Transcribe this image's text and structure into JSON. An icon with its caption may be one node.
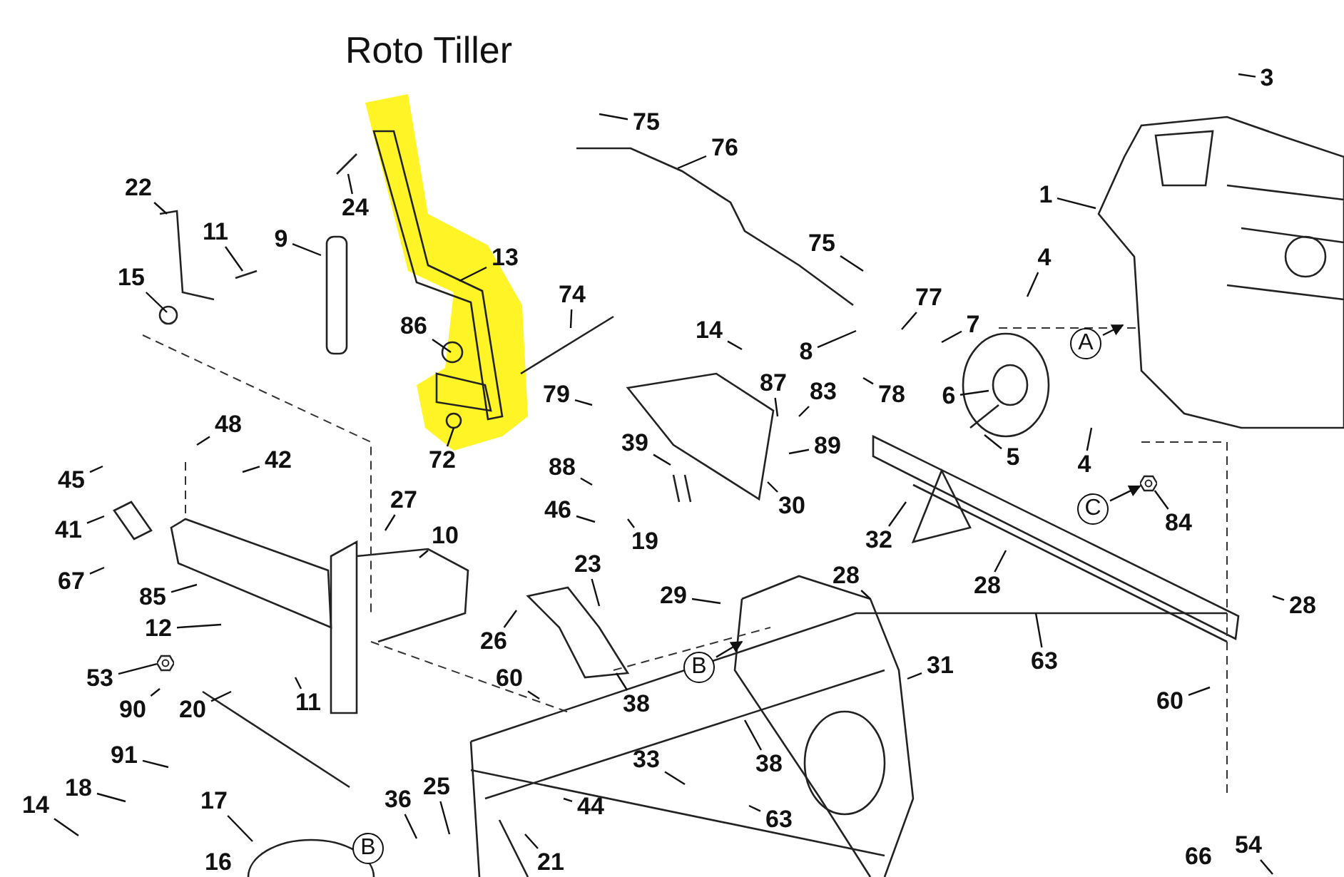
{
  "diagram": {
    "title": "Roto Tiller",
    "nodes": [
      {
        "text": [
          "3"
        ]
      },
      {
        "text": [
          "75"
        ]
      },
      {
        "text": [
          "76"
        ]
      },
      {
        "text": [
          "1"
        ]
      },
      {
        "text": [
          "22"
        ]
      },
      {
        "text": [
          "24"
        ]
      },
      {
        "text": [
          "11"
        ]
      },
      {
        "text": [
          "9"
        ]
      },
      {
        "text": [
          "13"
        ]
      },
      {
        "text": [
          "75"
        ]
      },
      {
        "text": [
          "4"
        ]
      },
      {
        "text": [
          "77"
        ]
      },
      {
        "text": [
          "7"
        ]
      },
      {
        "text": [
          "15"
        ]
      },
      {
        "text": [
          "74"
        ]
      },
      {
        "text": [
          "86"
        ]
      },
      {
        "text": [
          "14"
        ]
      },
      {
        "text": [
          "8"
        ]
      },
      {
        "text": [
          "A"
        ]
      },
      {
        "text": [
          "6"
        ]
      },
      {
        "text": [
          "78"
        ]
      },
      {
        "text": [
          "87"
        ]
      },
      {
        "text": [
          "83"
        ]
      },
      {
        "text": [
          "79"
        ]
      },
      {
        "text": [
          "89"
        ]
      },
      {
        "text": [
          "5"
        ]
      },
      {
        "text": [
          "4"
        ]
      },
      {
        "text": [
          "39"
        ]
      },
      {
        "text": [
          "48"
        ]
      },
      {
        "text": [
          "72"
        ]
      },
      {
        "text": [
          "42"
        ]
      },
      {
        "text": [
          "45"
        ]
      },
      {
        "text": [
          "88"
        ]
      },
      {
        "text": [
          "30"
        ]
      },
      {
        "text": [
          "C"
        ]
      },
      {
        "text": [
          "84"
        ]
      },
      {
        "text": [
          "41"
        ]
      },
      {
        "text": [
          "46"
        ]
      },
      {
        "text": [
          "19"
        ]
      },
      {
        "text": [
          "27"
        ]
      },
      {
        "text": [
          "10"
        ]
      },
      {
        "text": [
          "32"
        ]
      },
      {
        "text": [
          "67"
        ]
      },
      {
        "text": [
          "85"
        ]
      },
      {
        "text": [
          "23"
        ]
      },
      {
        "text": [
          "28"
        ]
      },
      {
        "text": [
          "28"
        ]
      },
      {
        "text": [
          "28"
        ]
      },
      {
        "text": [
          "29"
        ]
      },
      {
        "text": [
          "12"
        ]
      },
      {
        "text": [
          "26"
        ]
      },
      {
        "text": [
          "63"
        ]
      },
      {
        "text": [
          "B"
        ]
      },
      {
        "text": [
          "31"
        ]
      },
      {
        "text": [
          "53"
        ]
      },
      {
        "text": [
          "60"
        ]
      },
      {
        "text": [
          "38"
        ]
      },
      {
        "text": [
          "90"
        ]
      },
      {
        "text": [
          "20"
        ]
      },
      {
        "text": [
          "11"
        ]
      },
      {
        "text": [
          "60"
        ]
      },
      {
        "text": [
          "38"
        ]
      },
      {
        "text": [
          "33"
        ]
      },
      {
        "text": [
          "91"
        ]
      },
      {
        "text": [
          "18"
        ]
      },
      {
        "text": [
          "63"
        ]
      },
      {
        "text": [
          "44"
        ]
      },
      {
        "text": [
          "25"
        ]
      },
      {
        "text": [
          "36"
        ]
      },
      {
        "text": [
          "17"
        ]
      },
      {
        "text": [
          "14"
        ]
      },
      {
        "text": [
          "21"
        ]
      },
      {
        "text": [
          "54"
        ]
      },
      {
        "text": [
          "B"
        ]
      },
      {
        "text": [],
        "shape": "picture"
      },
      {
        "text": [],
        "shape": "picture"
      }
    ],
    "edges": [
      {
        "from": 0,
        "to": null,
        "arrow": "none"
      },
      {
        "from": 1,
        "to": null,
        "arrow": "none"
      },
      {
        "from": 2,
        "to": null,
        "arrow": "none"
      },
      {
        "from": 3,
        "to": null,
        "arrow": "none"
      },
      {
        "from": 4,
        "to": null,
        "arrow": "none"
      },
      {
        "from": 5,
        "to": null,
        "arrow": "none"
      },
      {
        "from": 6,
        "to": null,
        "arrow": "none"
      },
      {
        "from": 7,
        "to": null,
        "arrow": "none"
      },
      {
        "from": 8,
        "to": null,
        "arrow": "none"
      },
      {
        "from": 9,
        "to": null,
        "arrow": "none"
      },
      {
        "from": 10,
        "to": null,
        "arrow": "none"
      },
      {
        "from": 11,
        "to": null,
        "arrow": "none"
      },
      {
        "from": 12,
        "to": null,
        "arrow": "none"
      },
      {
        "from": 13,
        "to": null,
        "arrow": "none"
      },
      {
        "from": 14,
        "to": null,
        "arrow": "none"
      },
      {
        "from": 15,
        "to": null,
        "arrow": "none"
      },
      {
        "from": 16,
        "to": null,
        "arrow": "none"
      },
      {
        "from": 17,
        "to": null,
        "arrow": "none"
      },
      {
        "from": 18,
        "to": null,
        "arrow": "to"
      },
      {
        "from": 19,
        "to": null,
        "arrow": "none"
      },
      {
        "from": 20,
        "to": null,
        "arrow": "none"
      },
      {
        "from": 21,
        "to": null,
        "arrow": "none"
      },
      {
        "from": 22,
        "to": null,
        "arrow": "none"
      },
      {
        "from": 23,
        "to": null,
        "arrow": "none"
      },
      {
        "from": 24,
        "to": null,
        "arrow": "none"
      },
      {
        "from": 25,
        "to": null,
        "arrow": "none"
      },
      {
        "from": 26,
        "to": null,
        "arrow": "none"
      },
      {
        "from": 27,
        "to": null,
        "arrow": "none"
      },
      {
        "from": 28,
        "to": null,
        "arrow": "none"
      },
      {
        "from": 29,
        "to": null,
        "arrow": "none"
      },
      {
        "from": 30,
        "to": null,
        "arrow": "none"
      },
      {
        "from": 31,
        "to": null,
        "arrow": "none"
      },
      {
        "from": 32,
        "to": null,
        "arrow": "none"
      },
      {
        "from": 33,
        "to": null,
        "arrow": "none"
      },
      {
        "from": 34,
        "to": 74,
        "arrow": "to"
      },
      {
        "from": 35,
        "to": 74,
        "arrow": "none"
      },
      {
        "from": 36,
        "to": null,
        "arrow": "none"
      },
      {
        "from": 37,
        "to": null,
        "arrow": "none"
      },
      {
        "from": 38,
        "to": null,
        "arrow": "none"
      },
      {
        "from": 39,
        "to": null,
        "arrow": "none"
      },
      {
        "from": 40,
        "to": null,
        "arrow": "none"
      },
      {
        "from": 41,
        "to": null,
        "arrow": "none"
      },
      {
        "from": 42,
        "to": null,
        "arrow": "none"
      },
      {
        "from": 43,
        "to": null,
        "arrow": "none"
      },
      {
        "from": 44,
        "to": null,
        "arrow": "none"
      },
      {
        "from": 45,
        "to": null,
        "arrow": "none"
      },
      {
        "from": 46,
        "to": null,
        "arrow": "none"
      },
      {
        "from": 47,
        "to": null,
        "arrow": "none"
      },
      {
        "from": 48,
        "to": null,
        "arrow": "none"
      },
      {
        "from": 49,
        "to": null,
        "arrow": "none"
      },
      {
        "from": 50,
        "to": null,
        "arrow": "none"
      },
      {
        "from": 51,
        "to": null,
        "arrow": "none"
      },
      {
        "from": 52,
        "to": null,
        "arrow": "to"
      },
      {
        "from": 53,
        "to": null,
        "arrow": "none"
      },
      {
        "from": 54,
        "to": 75,
        "arrow": "none"
      },
      {
        "from": 55,
        "to": null,
        "arrow": "none"
      },
      {
        "from": 56,
        "to": null,
        "arrow": "none"
      },
      {
        "from": 57,
        "to": null,
        "arrow": "none"
      },
      {
        "from": 58,
        "to": null,
        "arrow": "none"
      },
      {
        "from": 59,
        "to": null,
        "arrow": "none"
      },
      {
        "from": 60,
        "to": null,
        "arrow": "none"
      },
      {
        "from": 61,
        "to": null,
        "arrow": "none"
      },
      {
        "from": 62,
        "to": null,
        "arrow": "none"
      },
      {
        "from": 63,
        "to": null,
        "arrow": "none"
      },
      {
        "from": 64,
        "to": null,
        "arrow": "none"
      },
      {
        "from": 65,
        "to": null,
        "arrow": "none"
      },
      {
        "from": 66,
        "to": null,
        "arrow": "none"
      },
      {
        "from": 67,
        "to": null,
        "arrow": "none"
      },
      {
        "from": 68,
        "to": null,
        "arrow": "none"
      },
      {
        "from": 69,
        "to": null,
        "arrow": "none"
      },
      {
        "from": 70,
        "to": null,
        "arrow": "none"
      },
      {
        "from": 71,
        "to": null,
        "arrow": "none"
      },
      {
        "from": 72,
        "to": null,
        "arrow": "none"
      }
    ],
    "labels": [
      "16",
      "66"
    ]
  }
}
